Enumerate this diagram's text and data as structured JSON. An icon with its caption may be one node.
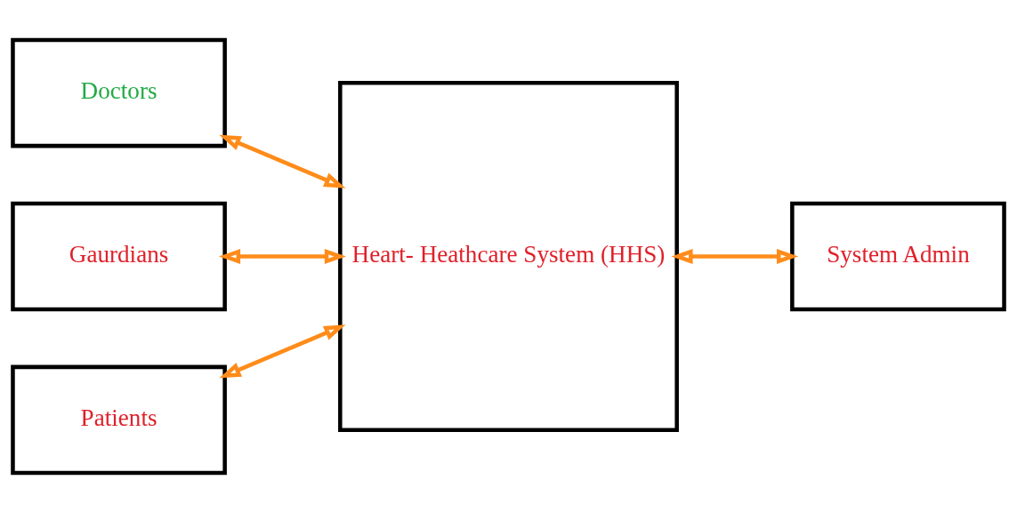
{
  "diagram": {
    "nodes": [
      {
        "text": [
          "Doctors"
        ]
      },
      {
        "text": [
          "Gaurdians"
        ]
      },
      {
        "text": [
          "Patients"
        ]
      },
      {
        "text": [
          "Heart- Heathcare System (HHS)"
        ]
      },
      {
        "text": [
          "System Admin"
        ]
      }
    ],
    "edges": [
      {
        "from": 0,
        "to": 3,
        "arrow": "both"
      },
      {
        "from": 1,
        "to": 3,
        "arrow": "both"
      },
      {
        "from": 2,
        "to": 3,
        "arrow": "both"
      },
      {
        "from": 3,
        "to": 4,
        "arrow": "both"
      }
    ]
  }
}
